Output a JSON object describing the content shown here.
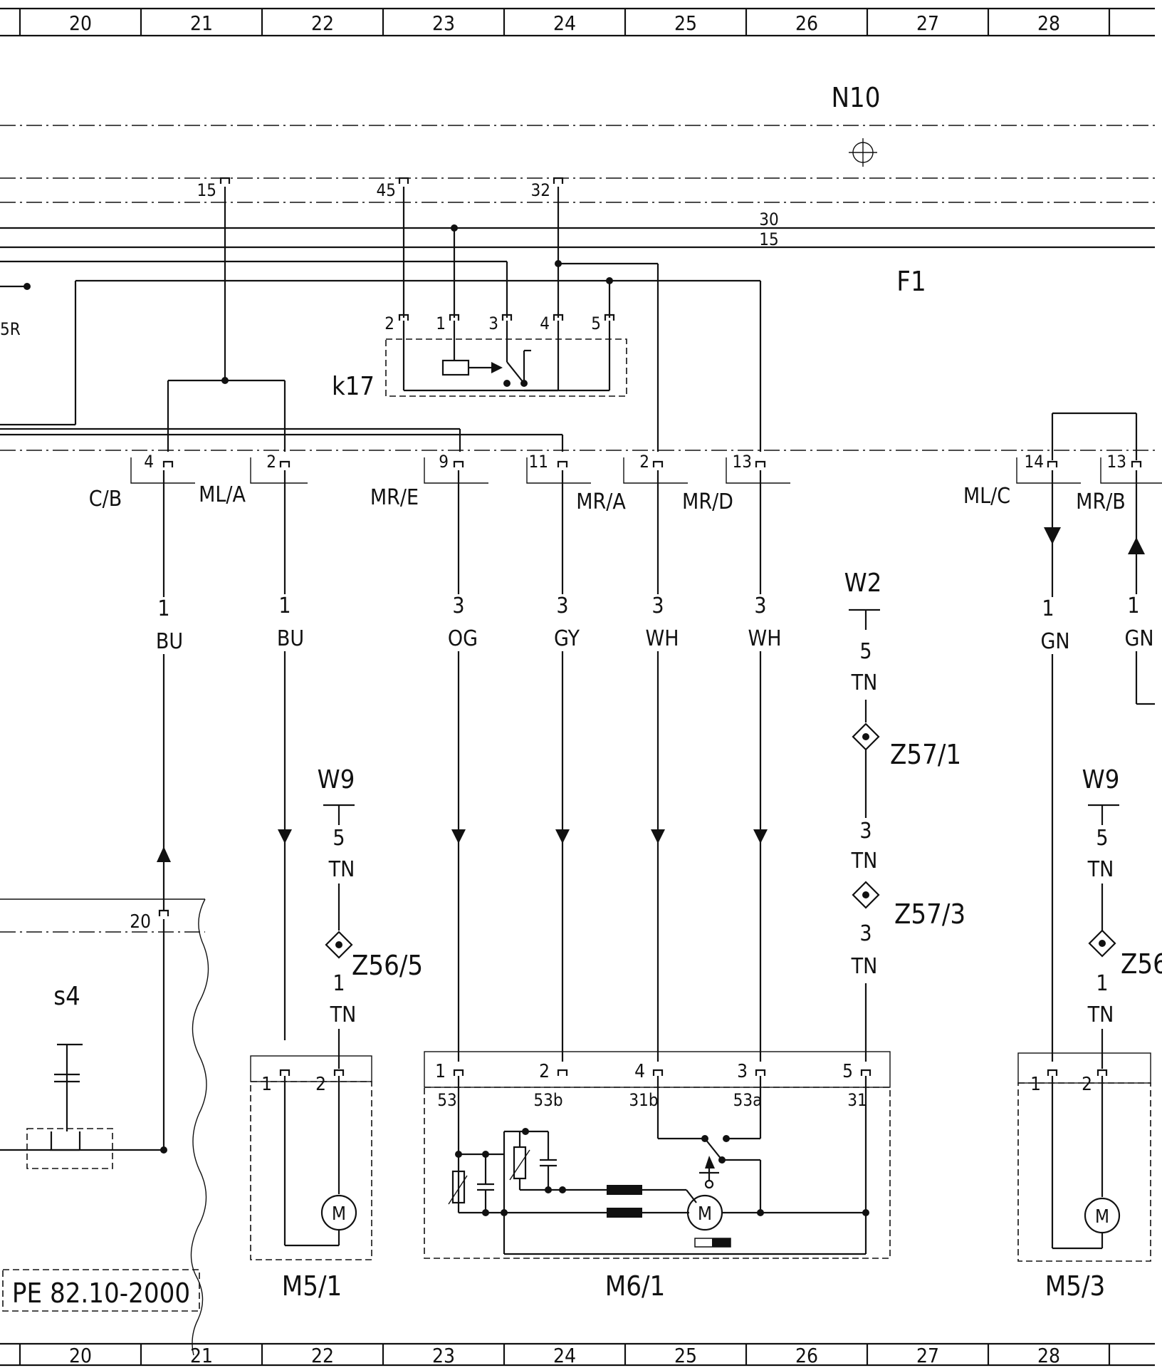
{
  "grid": {
    "columns": [
      "20",
      "21",
      "22",
      "23",
      "24",
      "25",
      "26",
      "27",
      "28"
    ]
  },
  "labels": {
    "n10": "N10",
    "f1": "F1",
    "k17": "k17",
    "stub_5r": "5R",
    "bus_30": "30",
    "bus_15": "15",
    "s4": "s4",
    "ref": "PE 82.10-2000"
  },
  "f1_pins": {
    "p15": "15",
    "p45": "45",
    "p32": "32"
  },
  "relay_pins": [
    "2",
    "1",
    "3",
    "4",
    "5"
  ],
  "connectors": [
    {
      "pin": "4",
      "name": "C/B"
    },
    {
      "pin": "2",
      "name": "ML/A"
    },
    {
      "pin": "9",
      "name": "MR/E"
    },
    {
      "pin": "11",
      "name": "MR/A"
    },
    {
      "pin": "2",
      "name": "MR/D"
    },
    {
      "pin": "13",
      "name": ""
    },
    {
      "pin": "14",
      "name": "ML/C"
    },
    {
      "pin": "13",
      "name": "MR/B"
    }
  ],
  "wires": [
    {
      "size": "1",
      "color": "BU"
    },
    {
      "size": "1",
      "color": "BU"
    },
    {
      "size": "3",
      "color": "OG"
    },
    {
      "size": "3",
      "color": "GY"
    },
    {
      "size": "3",
      "color": "WH"
    },
    {
      "size": "3",
      "color": "WH"
    },
    {
      "size": "1",
      "color": "GN"
    },
    {
      "size": "1",
      "color": "GN"
    }
  ],
  "ground_w2": {
    "name": "W2",
    "w1_size": "5",
    "w1_color": "TN",
    "splice1": "Z57/1",
    "w2_size": "3",
    "w2_color": "TN",
    "splice2": "Z57/3",
    "w3_size": "3",
    "w3_color": "TN"
  },
  "ground_w9_left": {
    "name": "W9",
    "w1_size": "5",
    "w1_color": "TN",
    "splice": "Z56/5",
    "w2_size": "1",
    "w2_color": "TN"
  },
  "ground_w9_right": {
    "name": "W9",
    "w1_size": "5",
    "w1_color": "TN",
    "splice": "Z56",
    "w2_size": "1",
    "w2_color": "TN"
  },
  "s4_pin": "20",
  "m5_1": {
    "name": "M5/1",
    "pin1": "1",
    "pin2": "2",
    "motor": "M"
  },
  "m5_3": {
    "name": "M5/3",
    "pin1": "1",
    "pin2": "2",
    "motor": "M"
  },
  "m6_1": {
    "name": "M6/1",
    "motor": "M",
    "pins": [
      {
        "pin": "1",
        "term": "53"
      },
      {
        "pin": "2",
        "term": "53b"
      },
      {
        "pin": "4",
        "term": "31b"
      },
      {
        "pin": "3",
        "term": "53a"
      },
      {
        "pin": "5",
        "term": "31"
      }
    ]
  }
}
